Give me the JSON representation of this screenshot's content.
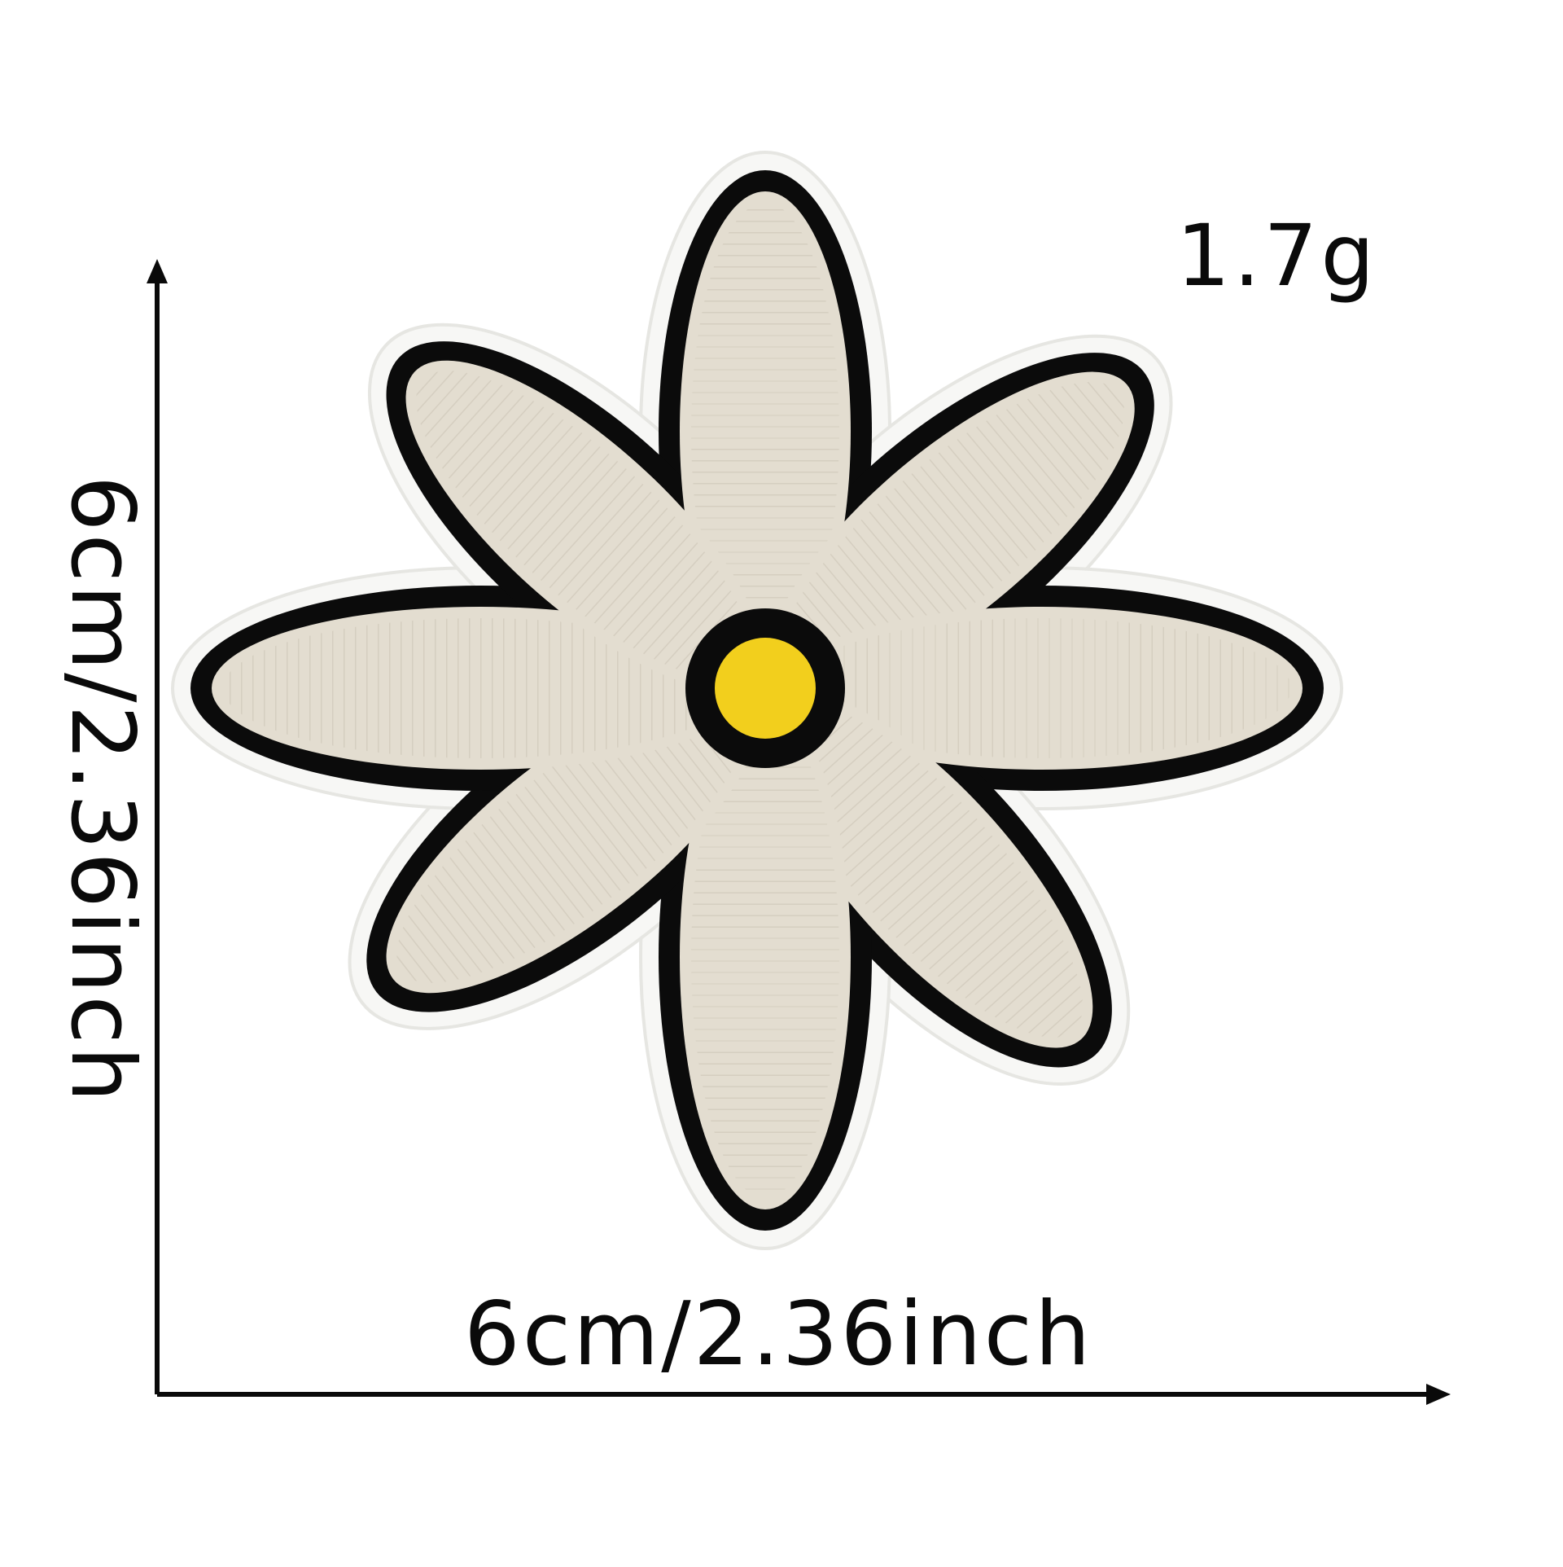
{
  "product": {
    "name": "daisy-embroidered-patch",
    "colors": {
      "felt_border": "#f7f7f5",
      "outline": "#0b0b0b",
      "petal_fill": "#e3ddd0",
      "petal_stitch": "#c9c2b3",
      "center": "#f2cf1d"
    }
  },
  "dimensions": {
    "weight": "1.7g",
    "width_label": "6cm/2.36inch",
    "height_label": "6cm/2.36inch"
  }
}
